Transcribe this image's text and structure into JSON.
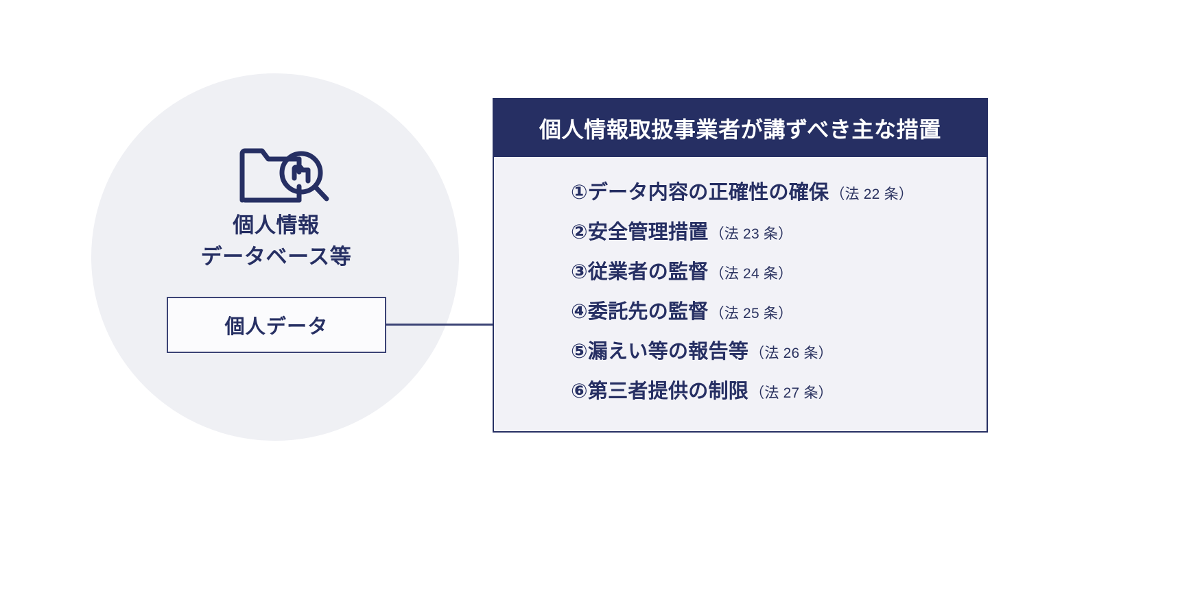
{
  "theme": {
    "navy": "#262f63",
    "navy_border": "#3b4375",
    "circle_bg": "#eff0f4",
    "panel_bg": "#f2f2f7",
    "page_bg": "#ffffff",
    "header_text": "#ffffff"
  },
  "left": {
    "icon_name": "folder-search-icon",
    "database_label_line1": "個人情報",
    "database_label_line2": "データベース等",
    "personal_data_box_label": "個人データ"
  },
  "connector": {
    "name": "connector-line"
  },
  "panel": {
    "header_title": "個人情報取扱事業者が講ずべき主な措置",
    "items": [
      {
        "title": "①データ内容の正確性の確保",
        "ref": "（法 22 条）"
      },
      {
        "title": "②安全管理措置",
        "ref": "（法 23 条）"
      },
      {
        "title": "③従業者の監督",
        "ref": "（法 24 条）"
      },
      {
        "title": "④委託先の監督",
        "ref": "（法 25 条）"
      },
      {
        "title": "⑤漏えい等の報告等",
        "ref": "（法 26 条）"
      },
      {
        "title": "⑥第三者提供の制限",
        "ref": "（法 27 条）"
      }
    ]
  }
}
